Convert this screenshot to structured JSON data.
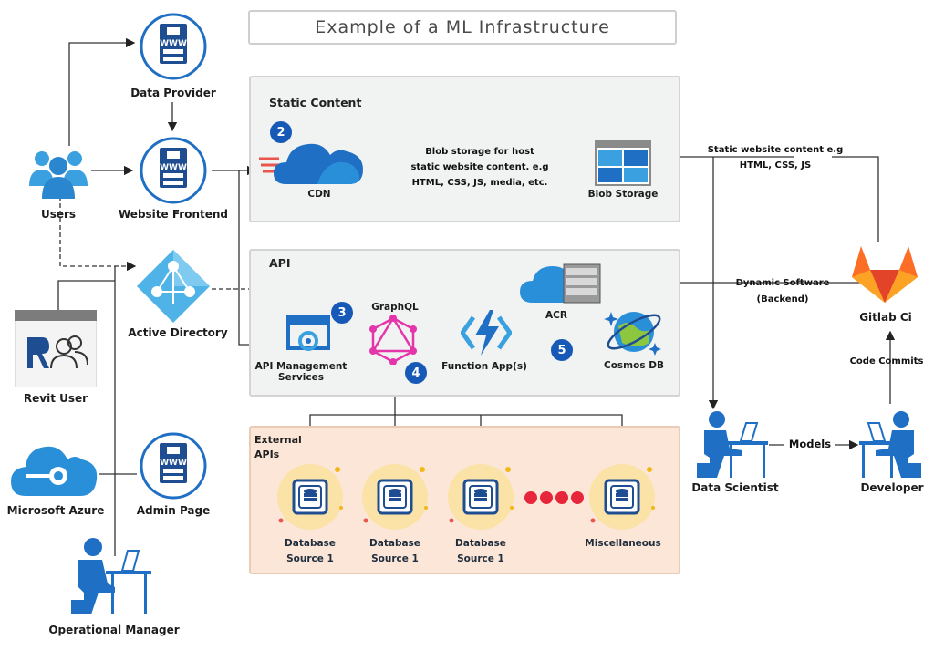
{
  "title": "Example of a ML Infrastructure",
  "panels": {
    "static": "Static Content",
    "api": "API",
    "external": "External APIs"
  },
  "nodes": {
    "data_provider": "Data Provider",
    "users": "Users",
    "website_frontend": "Website Frontend",
    "active_directory": "Active Directory",
    "revit_user": "Revit User",
    "microsoft_azure": "Microsoft Azure",
    "admin_page": "Admin Page",
    "operational_manager": "Operational Manager",
    "cdn": "CDN",
    "blob_storage": "Blob Storage",
    "acr": "ACR",
    "graphql": "GraphQL",
    "api_management_line1": "API Management",
    "api_management_line2": "Services",
    "function_app": "Function App(s)",
    "cosmos_db": "Cosmos DB",
    "data_scientist": "Data Scientist",
    "developer": "Developer",
    "gitlab_ci": "Gitlab Ci"
  },
  "notes": {
    "blob_note_line1": "Blob storage for host",
    "blob_note_line2": "static website content. e.g",
    "blob_note_line3": "HTML, CSS, JS, media, etc.",
    "static_note_line1": "Static website content e.g",
    "static_note_line2": "HTML, CSS, JS",
    "dynamic_line1": "Dynamic Software",
    "dynamic_line2": "(Backend)",
    "code_commits": "Code Commits",
    "models": "Models"
  },
  "badges": {
    "b2": "2",
    "b3": "3",
    "b4": "4",
    "b5": "5"
  },
  "sources": [
    {
      "line1": "Database",
      "line2": "Source 1"
    },
    {
      "line1": "Database",
      "line2": "Source 1"
    },
    {
      "line1": "Database",
      "line2": "Source 1"
    },
    {
      "line1": "Miscellaneous",
      "line2": ""
    }
  ],
  "colors": {
    "primary_blue": "#1f6fc5",
    "dark_blue": "#1759b6",
    "light_blue": "#3aa0e0",
    "graphql_pink": "#e535ab",
    "gitlab_orange": "#fc6d26",
    "ext_bg": "#fbe6d8",
    "panel_bg": "#f1f2f2"
  }
}
